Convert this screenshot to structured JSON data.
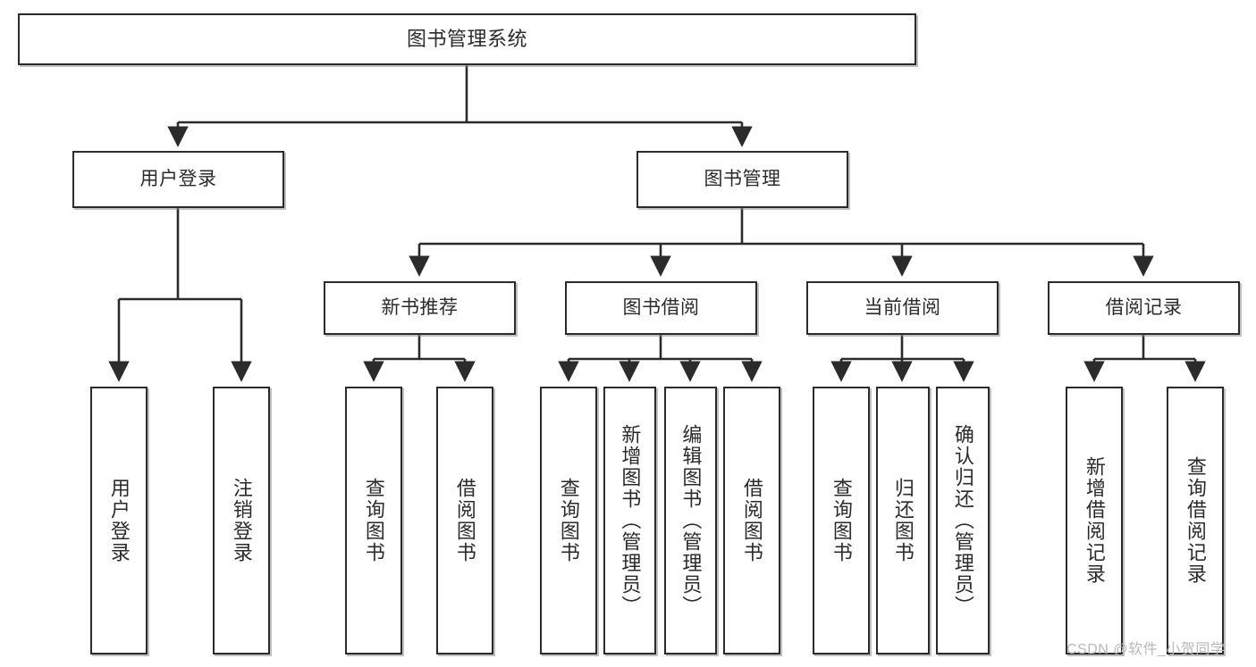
{
  "diagram": {
    "title": "图书管理系统",
    "type": "功能结构图",
    "root": {
      "label": "图书管理系统"
    },
    "level1": [
      {
        "label": "用户登录"
      },
      {
        "label": "图书管理"
      }
    ],
    "level2": [
      {
        "label": "新书推荐"
      },
      {
        "label": "图书借阅"
      },
      {
        "label": "当前借阅"
      },
      {
        "label": "借阅记录"
      }
    ],
    "leaves": {
      "user_login": [
        {
          "label": "用户登录"
        },
        {
          "label": "注销登录"
        }
      ],
      "new_book_recommend": [
        {
          "label": "查询图书"
        },
        {
          "label": "借阅图书"
        }
      ],
      "book_borrow": [
        {
          "label": "查询图书"
        },
        {
          "label": "新增图书（管理员）"
        },
        {
          "label": "编辑图书（管理员）"
        },
        {
          "label": "借阅图书"
        }
      ],
      "current_borrow": [
        {
          "label": "查询图书"
        },
        {
          "label": "归还图书"
        },
        {
          "label": "确认归还（管理员）"
        }
      ],
      "borrow_record": [
        {
          "label": "新增借阅记录"
        },
        {
          "label": "查询借阅记录"
        }
      ]
    }
  },
  "watermark": {
    "text": "CSDN @软件_小贺同学"
  },
  "colors": {
    "stroke": "#2b2b2b",
    "fill": "#ffffff",
    "shadow": "#8c8c8c",
    "watermark": "#b9b9b9"
  }
}
